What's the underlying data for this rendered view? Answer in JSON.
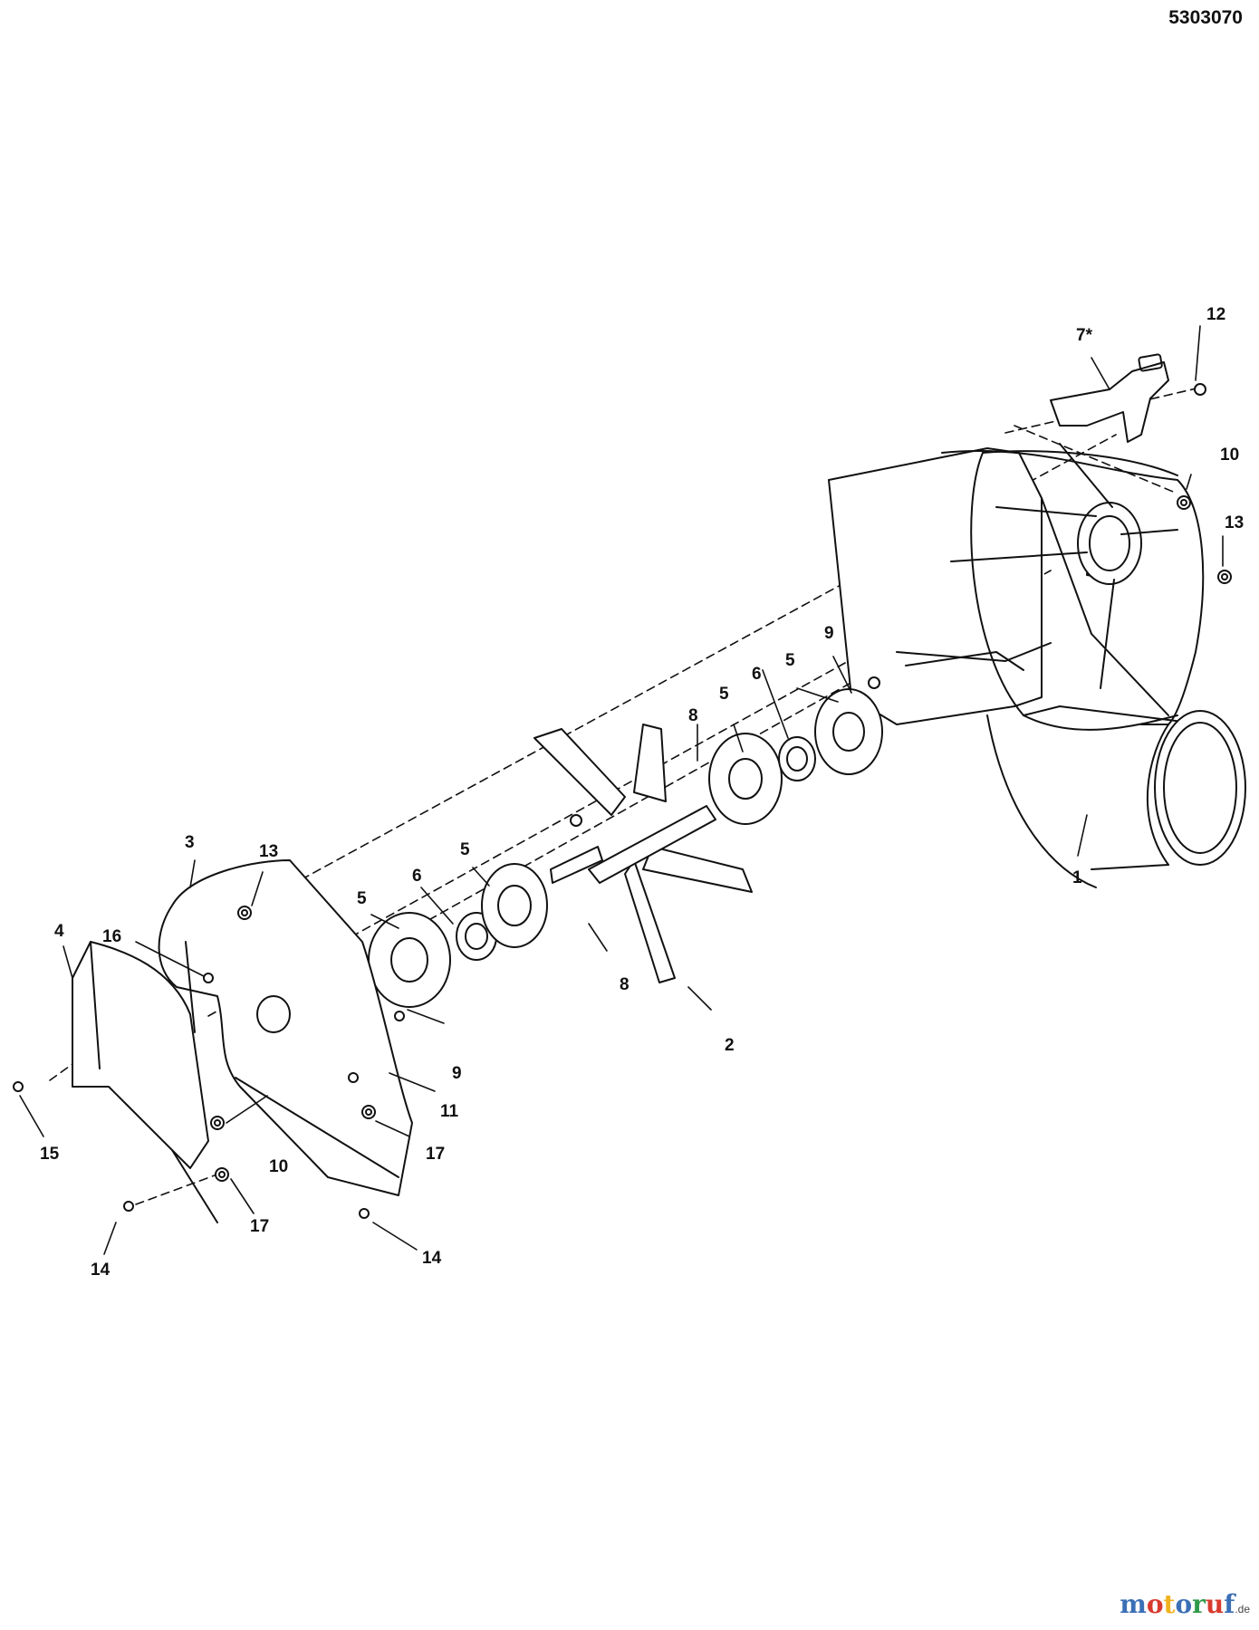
{
  "document": {
    "number": "5303070"
  },
  "callouts": {
    "c1": "1",
    "c2": "2",
    "c3": "3",
    "c4": "4",
    "c5a": "5",
    "c5b": "5",
    "c5c": "5",
    "c5d": "5",
    "c6a": "6",
    "c6b": "6",
    "c7": "7*",
    "c8a": "8",
    "c8b": "8",
    "c9a": "9",
    "c9b": "9",
    "c10a": "10",
    "c10b": "10",
    "c11": "11",
    "c12": "12",
    "c13a": "13",
    "c13b": "13",
    "c14a": "14",
    "c14b": "14",
    "c15": "15",
    "c16": "16",
    "c17a": "17",
    "c17b": "17"
  },
  "watermark": {
    "brand_letters": [
      "m",
      "o",
      "t",
      "o",
      "r",
      "u",
      "f"
    ],
    "brand_colors": [
      "#3b6fb6",
      "#d83a2e",
      "#f0b21f",
      "#3b6fb6",
      "#2f9a4a",
      "#d83a2e",
      "#3b6fb6"
    ],
    "tld": ".de"
  }
}
